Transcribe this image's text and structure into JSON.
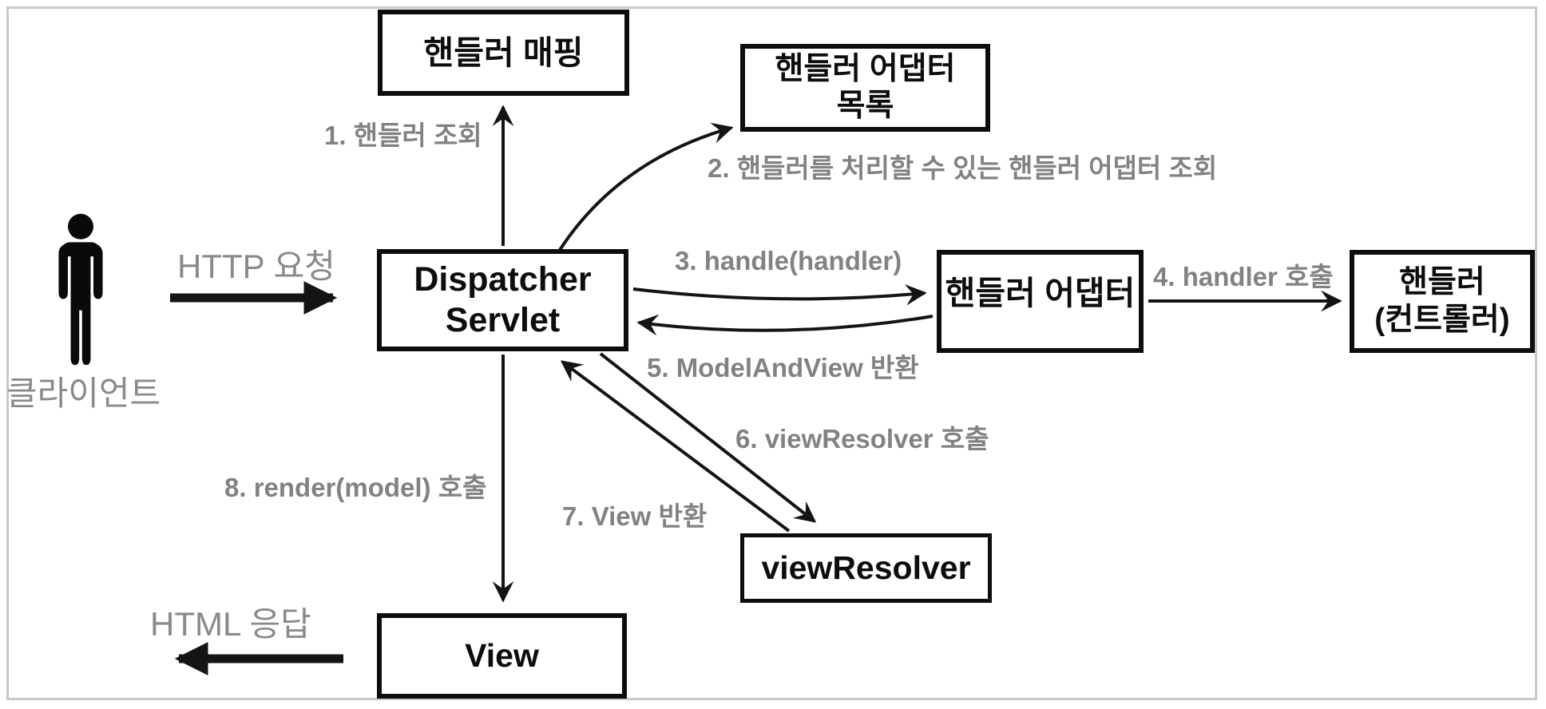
{
  "diagram": {
    "title_context": "Spring MVC DispatcherServlet request flow",
    "boxes": {
      "handler_mapping": {
        "label": "핸들러 매핑"
      },
      "handler_adapter_list": {
        "label": "핸들러 어댑터\n목록"
      },
      "dispatcher_servlet": {
        "label": "Dispatcher\nServlet"
      },
      "handler_adapter": {
        "label": "핸들러 어댑터"
      },
      "handler_controller": {
        "label": "핸들러\n(컨트롤러)"
      },
      "view_resolver": {
        "label": "viewResolver"
      },
      "view": {
        "label": "View"
      }
    },
    "actor": {
      "label": "클라이언트"
    },
    "flows": {
      "http_request": {
        "label": "HTTP 요청"
      },
      "html_response": {
        "label": "HTML 응답"
      },
      "step1": {
        "label": "1. 핸들러 조회"
      },
      "step2": {
        "label": "2. 핸들러를 처리할 수 있는 핸들러 어댑터 조회"
      },
      "step3": {
        "label": "3. handle(handler)"
      },
      "step4": {
        "label": "4. handler 호출"
      },
      "step5": {
        "label": "5. ModelAndView 반환"
      },
      "step6": {
        "label": "6. viewResolver 호출"
      },
      "step7": {
        "label": "7. View 반환"
      },
      "step8": {
        "label": "8. render(model) 호출"
      }
    },
    "colors": {
      "background": "#ffffff",
      "frame_border": "#c9c9c9",
      "box_border": "#0d0d0d",
      "box_text": "#0d0d0d",
      "step_label_text": "#828282",
      "arrow": "#141414"
    }
  }
}
